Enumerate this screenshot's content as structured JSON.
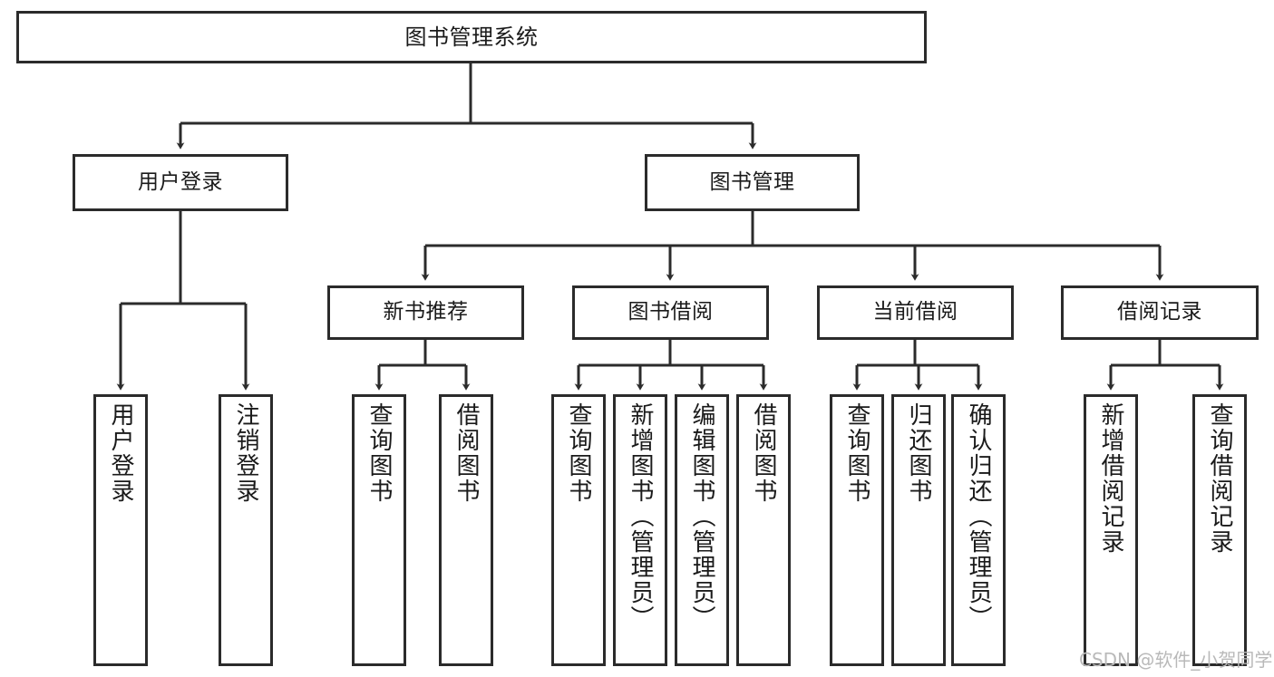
{
  "diagram": {
    "title": "图书管理系统",
    "type": "tree",
    "orientation": "top-down",
    "colors": {
      "box_border": "#2b2b2b",
      "box_fill": "#ffffff",
      "connector": "#2b2b2b",
      "text": "#1a1a1a",
      "watermark": "#b9b9b9",
      "background": "#ffffff"
    },
    "nodes": {
      "root": {
        "label": "图书管理系统",
        "level": 1
      },
      "l2": [
        {
          "id": "user-login",
          "label": "用户登录",
          "level": 2
        },
        {
          "id": "book-manage",
          "label": "图书管理",
          "level": 2
        }
      ],
      "l3": [
        {
          "id": "new-book-recommend",
          "label": "新书推荐",
          "level": 3,
          "parent": "book-manage"
        },
        {
          "id": "book-borrow",
          "label": "图书借阅",
          "level": 3,
          "parent": "book-manage"
        },
        {
          "id": "current-borrow",
          "label": "当前借阅",
          "level": 3,
          "parent": "book-manage"
        },
        {
          "id": "borrow-record",
          "label": "借阅记录",
          "level": 3,
          "parent": "book-manage"
        }
      ],
      "leaves": [
        {
          "id": "leaf-user-login",
          "label": "用户登录",
          "parent": "user-login"
        },
        {
          "id": "leaf-logout",
          "label": "注销登录",
          "parent": "user-login"
        },
        {
          "id": "leaf-query-book-1",
          "label": "查询图书",
          "parent": "new-book-recommend"
        },
        {
          "id": "leaf-borrow-book-1",
          "label": "借阅图书",
          "parent": "new-book-recommend"
        },
        {
          "id": "leaf-query-book-2",
          "label": "查询图书",
          "parent": "book-borrow"
        },
        {
          "id": "leaf-add-book",
          "label": "新增图书（管理员）",
          "parent": "book-borrow"
        },
        {
          "id": "leaf-edit-book",
          "label": "编辑图书（管理员）",
          "parent": "book-borrow"
        },
        {
          "id": "leaf-borrow-book-2",
          "label": "借阅图书",
          "parent": "book-borrow"
        },
        {
          "id": "leaf-query-book-3",
          "label": "查询图书",
          "parent": "current-borrow"
        },
        {
          "id": "leaf-return-book",
          "label": "归还图书",
          "parent": "current-borrow"
        },
        {
          "id": "leaf-confirm-return",
          "label": "确认归还（管理员）",
          "parent": "current-borrow"
        },
        {
          "id": "leaf-add-record",
          "label": "新增借阅记录",
          "parent": "borrow-record"
        },
        {
          "id": "leaf-query-record",
          "label": "查询借阅记录",
          "parent": "borrow-record"
        }
      ]
    },
    "watermark": "CSDN @软件_小贺同学"
  }
}
